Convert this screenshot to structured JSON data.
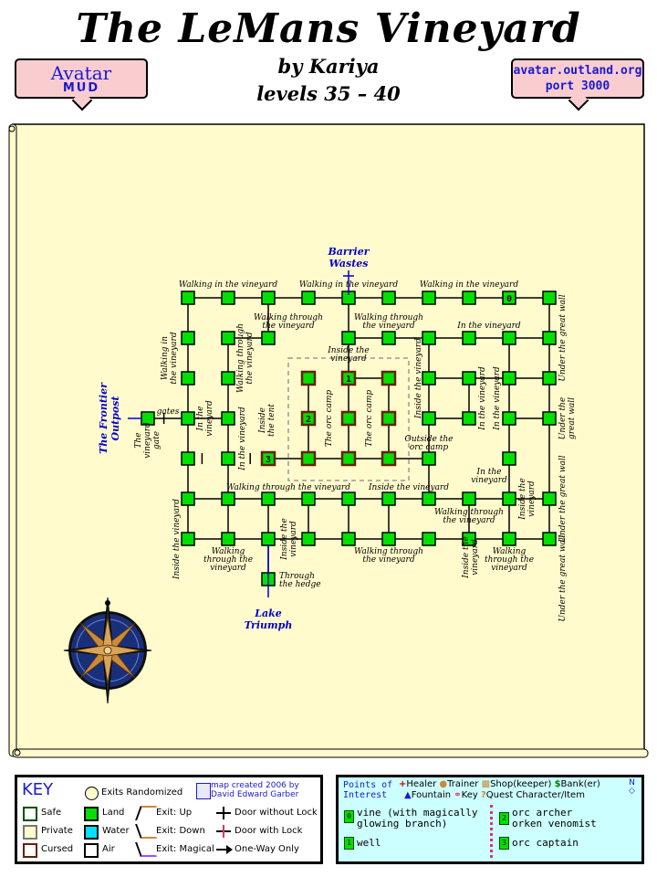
{
  "header": {
    "title": "The LeMans Vineyard",
    "author": "by Kariya",
    "levels": "levels 35 – 40",
    "badge_left_top": "Avatar",
    "badge_left_bottom": "MUD",
    "badge_right_top": "avatar.outland.org",
    "badge_right_bottom": "port 3000"
  },
  "map": {
    "labels": {
      "barrier": [
        "Barrier",
        "Wastes"
      ],
      "frontier": [
        "The Frontier",
        "Outpost"
      ],
      "lake": [
        "Lake",
        "Triumph"
      ],
      "gates": "gates",
      "vineyard_gate": [
        "The",
        "vineyard",
        "gate"
      ],
      "through_hedge": [
        "Through",
        "the hedge"
      ],
      "inside_tent": [
        "Inside",
        "the tent"
      ],
      "inside_vineyard_center": [
        "Inside the",
        "vineyard"
      ],
      "outside_orc_camp": [
        "Outside the",
        "orc camp"
      ],
      "orc_camp": "The orc camp",
      "walking_in": "Walking in the vineyard",
      "walking_through": [
        "Walking through",
        "the vineyard"
      ],
      "in_the_vineyard": "In the vineyard",
      "inside_the_vineyard": "Inside the vineyard",
      "under_great_wall": "Under the great wall",
      "walking_through_v": "Walking through the vineyard",
      "walking_in_v": [
        "Walking in",
        "the vineyard"
      ],
      "walking_through_v2": [
        "Walking through",
        "the vineyard"
      ],
      "in_the_v2": [
        "In the",
        "vineyard"
      ],
      "inside_the_v2": [
        "Inside the",
        "vineyard"
      ],
      "under_great_v2": [
        "Under the",
        "great wall"
      ]
    },
    "room_numbers": {
      "vine": "0",
      "well": "1",
      "archer": "2",
      "captain": "3"
    },
    "colors": {
      "land": "#00e000",
      "cursed_border": "#6a1e00",
      "safe_border": "#005000",
      "parchment": "#fffbcc",
      "label_blue": "#0000cc"
    }
  },
  "key": {
    "title": "KEY",
    "exits_randomized": "Exits Randomized",
    "credit": [
      "map created 2006 by",
      "David Edward Garber"
    ],
    "items": {
      "safe": "Safe",
      "private": "Private",
      "cursed": "Cursed",
      "land": "Land",
      "water": "Water",
      "air": "Air",
      "exit_up": "Exit: Up",
      "exit_down": "Exit: Down",
      "exit_magical": "Exit: Magical",
      "door_no_lock": "Door without Lock",
      "door_lock": "Door with Lock",
      "one_way": "One-Way Only"
    }
  },
  "poi": {
    "title": [
      "Points of",
      "Interest"
    ],
    "legend": {
      "healer": "Healer",
      "trainer": "Trainer",
      "shop": "Shop(keeper)",
      "bank": "Bank(er)",
      "fountain": "Fountain",
      "key": "Key",
      "quest": "Quest Character/Item"
    },
    "entries": [
      {
        "num": "0",
        "text": [
          "vine (with magically",
          "glowing branch)"
        ]
      },
      {
        "num": "1",
        "text": [
          "well"
        ]
      },
      {
        "num": "2",
        "text": [
          "orc archer",
          "orken venomist"
        ]
      },
      {
        "num": "3",
        "text": [
          "orc captain"
        ]
      }
    ]
  }
}
